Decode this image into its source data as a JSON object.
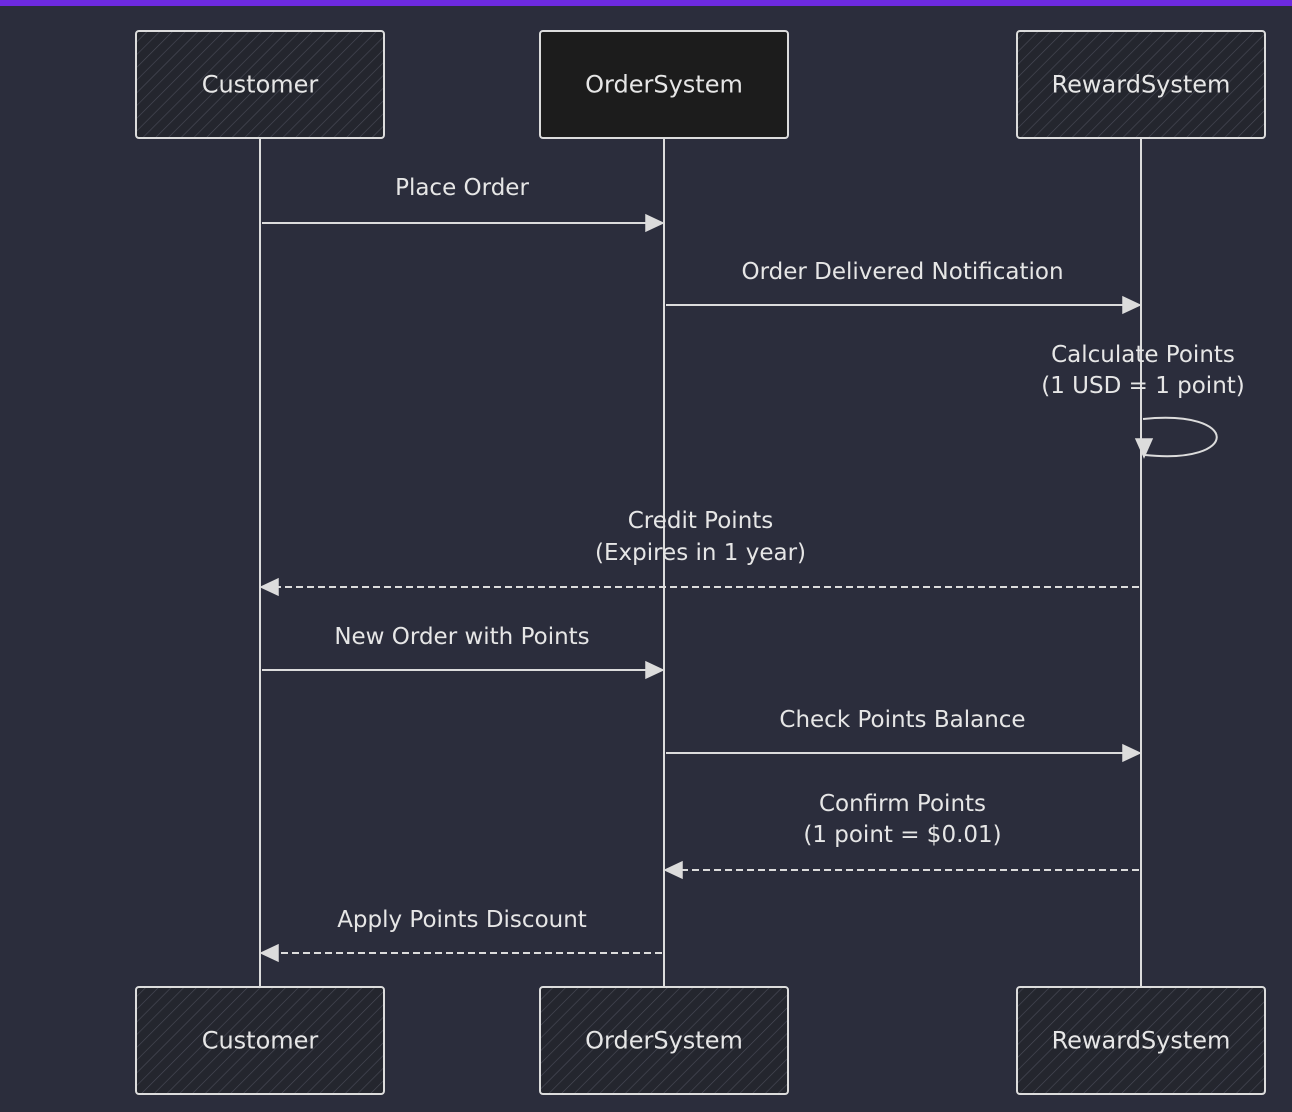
{
  "colors": {
    "background": "#2b2d3c",
    "accent_bar": "#6d2ae0",
    "stroke": "#dcdcdc",
    "box_fill": "#24262e",
    "box_fill_active": "#1c1c1c",
    "text": "#e6e6e6"
  },
  "participants": [
    {
      "id": "customer",
      "label": "Customer"
    },
    {
      "id": "order",
      "label": "OrderSystem"
    },
    {
      "id": "reward",
      "label": "RewardSystem"
    }
  ],
  "messages": [
    {
      "id": "place-order",
      "label": [
        "Place Order"
      ],
      "from": "customer",
      "to": "order",
      "style": "solid"
    },
    {
      "id": "order-delivered",
      "label": [
        "Order Delivered Notification"
      ],
      "from": "order",
      "to": "reward",
      "style": "solid"
    },
    {
      "id": "calculate-points",
      "label": [
        "Calculate Points",
        "(1 USD = 1 point)"
      ],
      "from": "reward",
      "to": "reward",
      "style": "self"
    },
    {
      "id": "credit-points",
      "label": [
        "Credit Points",
        "(Expires in 1 year)"
      ],
      "from": "reward",
      "to": "customer",
      "style": "dashed"
    },
    {
      "id": "new-order-points",
      "label": [
        "New Order with Points"
      ],
      "from": "customer",
      "to": "order",
      "style": "solid"
    },
    {
      "id": "check-balance",
      "label": [
        "Check Points Balance"
      ],
      "from": "order",
      "to": "reward",
      "style": "solid"
    },
    {
      "id": "confirm-points",
      "label": [
        "Confirm Points",
        "(1 point = $0.01)"
      ],
      "from": "reward",
      "to": "order",
      "style": "dashed"
    },
    {
      "id": "apply-discount",
      "label": [
        "Apply Points Discount"
      ],
      "from": "order",
      "to": "customer",
      "style": "dashed"
    }
  ]
}
